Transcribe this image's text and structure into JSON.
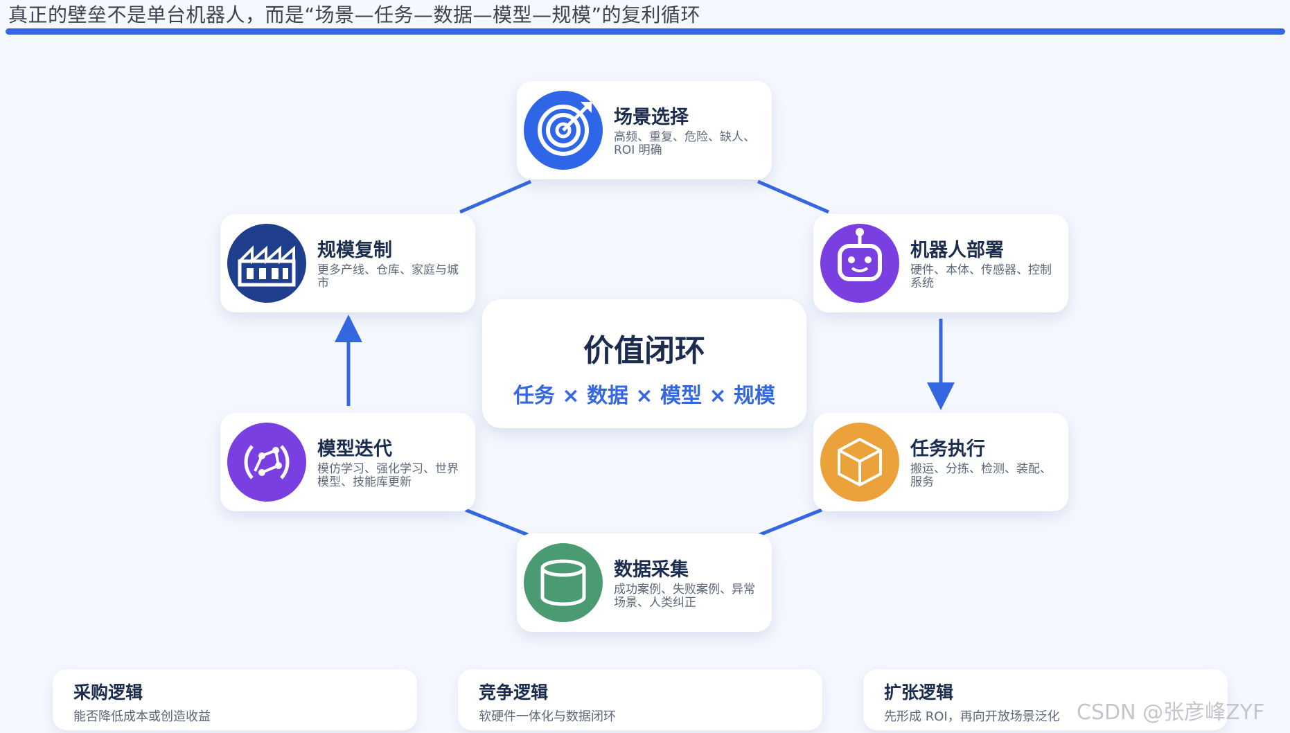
{
  "header": {
    "title": "真正的壁垒不是单台机器人，而是“场景—任务—数据—模型—规模”的复利循环"
  },
  "center": {
    "title": "价值闭环",
    "subtitle": "任务 × 数据 × 模型 × 规模"
  },
  "nodes": {
    "scene": {
      "title": "场景选择",
      "desc": "高频、重复、危险、缺人、ROI 明确",
      "icon": "target-icon",
      "color": "#2f66e8"
    },
    "robot": {
      "title": "机器人部署",
      "desc": "硬件、本体、传感器、控制系统",
      "icon": "robot-icon",
      "color": "#7a3fe0"
    },
    "task": {
      "title": "任务执行",
      "desc": "搬运、分拣、检测、装配、服务",
      "icon": "cube-icon",
      "color": "#eba23a"
    },
    "data": {
      "title": "数据采集",
      "desc": "成功案例、失败案例、异常场景、人类纠正",
      "icon": "database-icon",
      "color": "#4a9b72"
    },
    "model": {
      "title": "模型迭代",
      "desc": "模仿学习、强化学习、世界模型、技能库更新",
      "icon": "model-loop-icon",
      "color": "#7a3fe0"
    },
    "scale": {
      "title": "规模复制",
      "desc": "更多产线、仓库、家庭与城市",
      "icon": "factory-icon",
      "color": "#1f3f8c"
    }
  },
  "footer": [
    {
      "title": "采购逻辑",
      "desc": "能否降低成本或创造收益"
    },
    {
      "title": "竞争逻辑",
      "desc": "软硬件一体化与数据闭环"
    },
    {
      "title": "扩张逻辑",
      "desc": "先形成 ROI，再向开放场景泛化"
    }
  ],
  "watermark": "CSDN @张彦峰ZYF",
  "colors": {
    "accent": "#3567e0",
    "title_text": "#1b2c4f",
    "body_text": "#5d6778"
  }
}
